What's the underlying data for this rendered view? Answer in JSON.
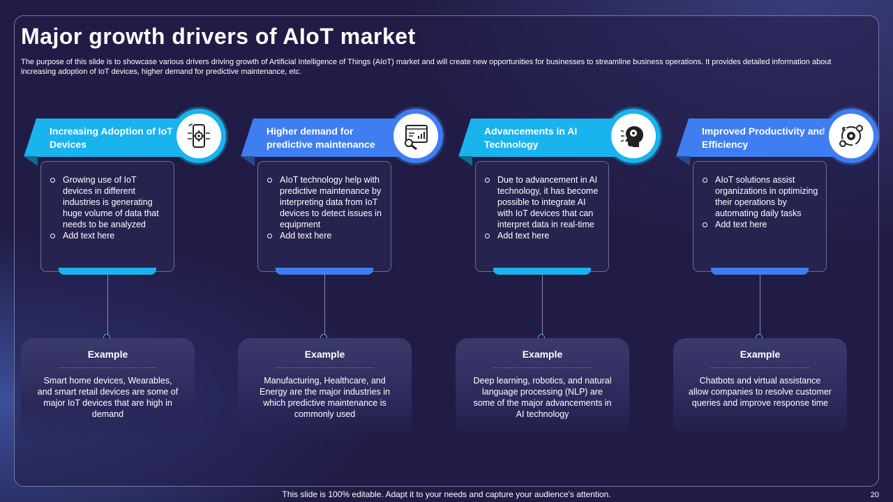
{
  "title": "Major growth drivers of AIoT market",
  "description": "The purpose of this slide is to showcase various drivers driving growth of Artificial Intelligence of Things (AIoT) market and will create new opportunities for businesses to streamline business operations. It provides detailed information about increasing adoption of IoT devices, higher demand for predictive maintenance, etc.",
  "columns": [
    {
      "heading": "Increasing Adoption of IoT Devices",
      "color": "#19b3ee",
      "icon": "smartphone-gear-icon",
      "bullets": [
        "Growing use of IoT devices in different industries is generating huge volume of data that needs to be analyzed",
        "Add text here"
      ],
      "example_title": "Example",
      "example_text": "Smart home devices, Wearables, and smart retail devices are some of major IoT devices that are high in demand"
    },
    {
      "heading": "Higher demand for predictive maintenance",
      "color": "#3f7ef0",
      "icon": "maintenance-chart-icon",
      "bullets": [
        "AIoT technology help with predictive maintenance by interpreting data from IoT devices to detect issues in equipment",
        "Add text here"
      ],
      "example_title": "Example",
      "example_text": "Manufacturing, Healthcare, and Energy are the major industries in which predictive maintenance is commonly used"
    },
    {
      "heading": "Advancements in AI Technology",
      "color": "#19b3ee",
      "icon": "ai-head-icon",
      "bullets": [
        "Due to advancement in AI technology, it has become possible to integrate AI with IoT devices that can interpret data in real-time",
        "Add text here"
      ],
      "example_title": "Example",
      "example_text": "Deep learning, robotics, and natural language processing (NLP) are some of the major advancements in AI technology"
    },
    {
      "heading": "Improved Productivity and Efficiency",
      "color": "#3f7ef0",
      "icon": "productivity-gears-icon",
      "bullets": [
        "AIoT solutions assist organizations in optimizing their operations by automating daily tasks",
        "Add text here"
      ],
      "example_title": "Example",
      "example_text": "Chatbots and virtual assistance allow companies to resolve customer queries and improve response time"
    }
  ],
  "footer": "This slide is 100% editable. Adapt it to your needs and capture your audience's attention.",
  "page_number": "20"
}
